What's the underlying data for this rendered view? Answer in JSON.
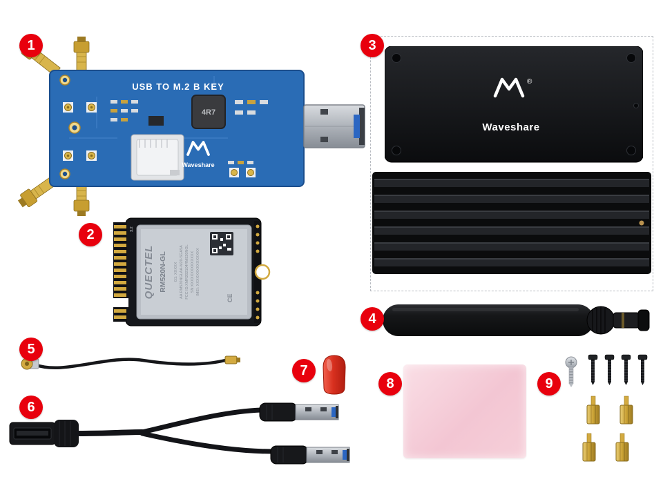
{
  "colors": {
    "callout_red": "#e8000d",
    "pcb_blue": "#2a6cb5",
    "thermal_pad_pink": "#f6cfd9",
    "brass_gold": "#d2a93f",
    "case_black": "#121316"
  },
  "callouts": [
    "1",
    "2",
    "3",
    "4",
    "5",
    "6",
    "7",
    "8",
    "9"
  ],
  "board": {
    "title": "USB TO M.2 B KEY",
    "brand": "Waveshare",
    "inductor": "4R7"
  },
  "module": {
    "brand": "QUECTEL",
    "model": "RM520N-GL",
    "rev": "3.2",
    "line_g1": "G1: XXXXX",
    "line_aa": "AA  RM520NGLAA-M20-SGA5A",
    "line_fcc": "FCC ID:XMR202104RM520NGL",
    "line_sn": "SN:XXXXXXXXXXXXXX",
    "line_imei": "IMEI: XXXXXXXXXXXXXXX",
    "ce": "CE"
  },
  "cover": {
    "brand": "Waveshare",
    "reg": "®"
  }
}
